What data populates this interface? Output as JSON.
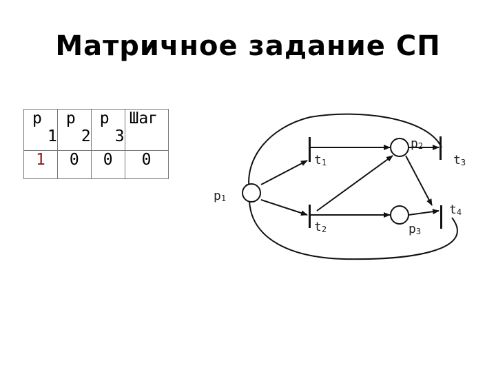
{
  "title": "Матричное задание СП",
  "table": {
    "headers": [
      {
        "main": "p",
        "sub": "1"
      },
      {
        "main": "p",
        "sub": "2"
      },
      {
        "main": "p",
        "sub": "3"
      },
      {
        "main": "Шаг",
        "sub": ""
      }
    ],
    "row": [
      "1",
      "0",
      "0",
      "0"
    ]
  },
  "diagram": {
    "places": [
      {
        "name": "p",
        "sub": "1"
      },
      {
        "name": "p",
        "sub": "2"
      },
      {
        "name": "p",
        "sub": "3"
      }
    ],
    "transitions": [
      {
        "name": "t",
        "sub": "1"
      },
      {
        "name": "t",
        "sub": "2"
      },
      {
        "name": "t",
        "sub": "3"
      },
      {
        "name": "t",
        "sub": "4"
      }
    ]
  }
}
